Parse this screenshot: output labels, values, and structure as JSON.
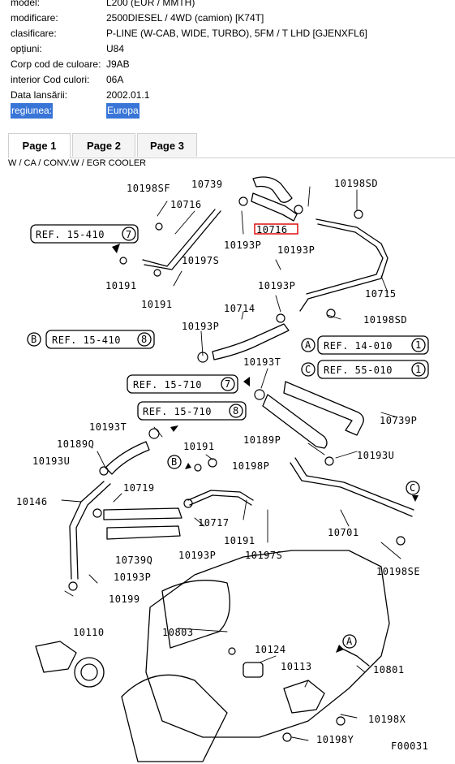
{
  "info": {
    "rows": [
      {
        "key": "model:",
        "value": "L200 (EUR / MMTH)"
      },
      {
        "key": "modificare:",
        "value": "2500DIESEL / 4WD (camion) [K74T]"
      },
      {
        "key": "clasificare:",
        "value": "P-LINE (W-CAB, WIDE, TURBO), 5FM / T LHD [GJENXFL6]"
      },
      {
        "key": "opțiuni:",
        "value": "U84"
      },
      {
        "key": "Corp cod de culoare:",
        "value": "J9AB"
      },
      {
        "key": "interior Cod culori:",
        "value": "06A"
      },
      {
        "key": "Data lansării:",
        "value": "2002.01.1"
      },
      {
        "key": "regiunea:",
        "value": "Europa"
      }
    ]
  },
  "tabs": [
    {
      "label": "Page 1",
      "active": true
    },
    {
      "label": "Page 2",
      "active": false
    },
    {
      "label": "Page 3",
      "active": false
    }
  ],
  "caption": "W / CA / CONV.W / EGR COOLER",
  "diagram": {
    "figure_code": "F00031",
    "refs": {
      "r1": "REF. 15-410",
      "r1n": "7",
      "r2": "REF. 15-410",
      "r2n": "8",
      "r2c": "B",
      "r3": "REF. 14-010",
      "r3n": "1",
      "r3c": "A",
      "r4": "REF. 55-010",
      "r4n": "1",
      "r4c": "C",
      "r5": "REF. 15-710",
      "r5n": "7",
      "r6": "REF. 15-710",
      "r6n": "8",
      "cB": "B",
      "cC": "C",
      "cA": "A"
    },
    "labels": {
      "p10739": "10739",
      "p10198SF": "10198SF",
      "p10716": "10716",
      "p10198SD_top": "10198SD",
      "p10716B": "10716",
      "p10193P_a": "10193P",
      "p10193P_b": "10193P",
      "p10197S_a": "10197S",
      "p10191_a": "10191",
      "p10191_b": "10191",
      "p10715": "10715",
      "p10193P_c": "10193P",
      "p10714": "10714",
      "p10198SD": "10198SD",
      "p10193P_d": "10193P",
      "p10193T_a": "10193T",
      "p10739P": "10739P",
      "p10193T_b": "10193T",
      "p10189Q": "10189Q",
      "p10191_c": "10191",
      "p10189P": "10189P",
      "p10193U_a": "10193U",
      "p10198P": "10198P",
      "p10193U_b": "10193U",
      "p10146": "10146",
      "p10719": "10719",
      "p10717": "10717",
      "p10191_d": "10191",
      "p10701": "10701",
      "p10739Q": "10739Q",
      "p10193P_e": "10193P",
      "p10197S_b": "10197S",
      "p10198SE": "10198SE",
      "p10193P_f": "10193P",
      "p10199": "10199",
      "p10110": "10110",
      "p10803": "10803",
      "p10124": "10124",
      "p10113": "10113",
      "p10801": "10801",
      "p10198X": "10198X",
      "p10198Y": "10198Y"
    }
  }
}
